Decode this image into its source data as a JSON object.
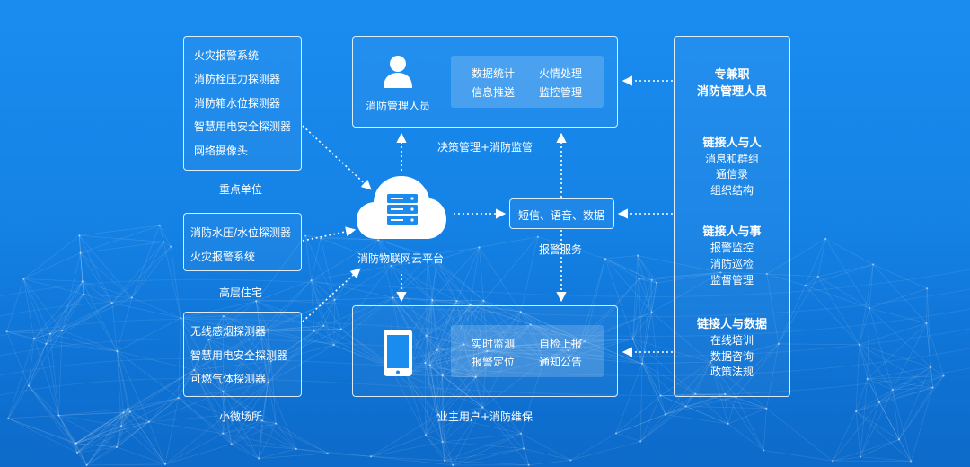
{
  "groups": {
    "key_unit": {
      "items": [
        "火灾报警系统",
        "消防栓压力探测器",
        "消防箱水位探测器",
        "智慧用电安全探测器",
        "网络摄像头"
      ],
      "caption": "重点单位"
    },
    "highrise": {
      "items": [
        "消防水压/水位探测器",
        "火灾报警系统"
      ],
      "caption": "高层住宅"
    },
    "small_venue": {
      "items": [
        "无线感烟探测器",
        "智慧用电安全探测器",
        "可燃气体探测器"
      ],
      "caption": "小微场所"
    }
  },
  "manager": {
    "label": "消防管理人员",
    "panel": [
      "数据统计",
      "火情处理",
      "信息推送",
      "监控管理"
    ],
    "caption": "决策管理+消防监管",
    "icon": "person-icon"
  },
  "cloud": {
    "label": "消防物联网云平台",
    "icon": "server-icon"
  },
  "alarm": {
    "label": "短信、语音、数据",
    "caption": "报警服务"
  },
  "owner": {
    "panel": [
      "实时监测",
      "自检上报",
      "报警定位",
      "通知公告"
    ],
    "caption": "业主用户+消防维保",
    "icon": "phone-icon"
  },
  "right_panel": {
    "title_lines": [
      "专兼职",
      "消防管理人员"
    ],
    "sections": [
      {
        "title": "链接人与人",
        "items": [
          "消息和群组",
          "通信录",
          "组织结构"
        ]
      },
      {
        "title": "链接人与事",
        "items": [
          "报警监控",
          "消防巡检",
          "监督管理"
        ]
      },
      {
        "title": "链接人与数据",
        "items": [
          "在线培训",
          "数据咨询",
          "政策法规"
        ]
      }
    ]
  },
  "colors": {
    "background_top": "#1a8cf0",
    "background_bottom": "#0d6ac9",
    "line": "#ffffff"
  }
}
